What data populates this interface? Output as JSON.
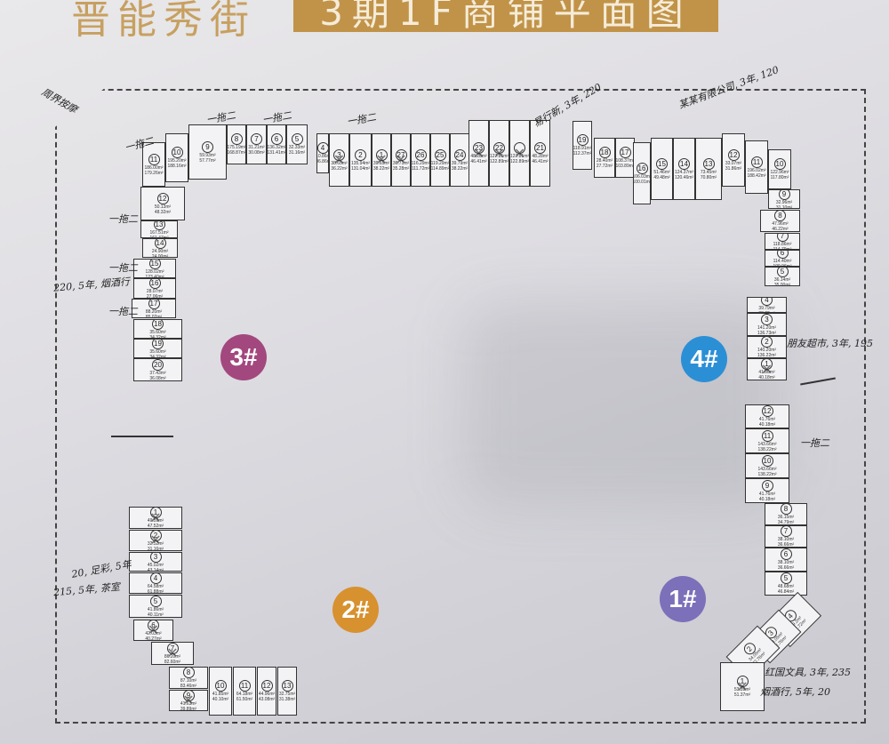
{
  "title": {
    "left": "晋能秀街",
    "right": "3期1F商铺平面图"
  },
  "buildings": [
    {
      "label": "3#",
      "color": "#a3477f",
      "units": [
        {
          "no": "1",
          "gross": "39.65m²",
          "net": "38.22m²",
          "sold": true
        },
        {
          "no": "2",
          "gross": "135.94m²",
          "net": "131.04m²"
        },
        {
          "no": "3",
          "gross": "38.65m²",
          "net": "36.22m²",
          "sold": true
        },
        {
          "no": "4",
          "gross": "110.86m²",
          "net": "106.86m²"
        },
        {
          "no": "5",
          "gross": "32.33m²",
          "net": "31.16m²"
        },
        {
          "no": "6",
          "gross": "136.32m²",
          "net": "131.41m²"
        },
        {
          "no": "7",
          "gross": "31.21m²",
          "net": "30.08m²"
        },
        {
          "no": "8",
          "gross": "175.19m²",
          "net": "168.87m²"
        },
        {
          "no": "9",
          "gross": "59.93m²",
          "net": "57.77m²"
        },
        {
          "no": "10",
          "gross": "195.20m²",
          "net": "188.16m²"
        },
        {
          "no": "11",
          "gross": "186.00m²",
          "net": "179.26m²"
        },
        {
          "no": "12",
          "gross": "50.13m²",
          "net": "48.32m²"
        },
        {
          "no": "13",
          "gross": "167.51m²",
          "net": "161.47m²"
        },
        {
          "no": "14",
          "gross": "24.90m²",
          "net": "24.00m²"
        },
        {
          "no": "15",
          "gross": "128.02m²",
          "net": "123.40m²"
        },
        {
          "no": "16",
          "gross": "28.07m²",
          "net": "27.06m²"
        },
        {
          "no": "17",
          "gross": "88.20m²",
          "net": "85.02m²"
        },
        {
          "no": "18",
          "gross": "35.60m²",
          "net": "34.32m²"
        },
        {
          "no": "19",
          "gross": "35.60m²",
          "net": "34.32m²"
        },
        {
          "no": "20",
          "gross": "37.43m²",
          "net": "36.08m²"
        }
      ]
    },
    {
      "label": "4#",
      "color": "#2b8fd6",
      "units": [
        {
          "no": "27",
          "gross": "36.71m²",
          "net": "35.28m²",
          "sold": true
        },
        {
          "no": "26",
          "gross": "116.29m²",
          "net": "111.72m²"
        },
        {
          "no": "25",
          "gross": "119.29m²",
          "net": "114.89m²"
        },
        {
          "no": "24",
          "gross": "39.79m²",
          "net": "38.22m²"
        },
        {
          "no": "23",
          "gross": "48.28m²",
          "net": "46.41m²",
          "sold": true
        },
        {
          "no": "22",
          "gross": "127.81m²",
          "net": "122.89m²",
          "sold": true
        },
        {
          "no": "",
          "gross": "127.81m²",
          "net": "122.89m²",
          "sold": true
        },
        {
          "no": "21",
          "gross": "48.28m²",
          "net": "46.41m²"
        },
        {
          "no": "19",
          "gross": "118.91m²",
          "net": "112.37m²"
        },
        {
          "no": "18",
          "gross": "28.40m²",
          "net": "27.72m²"
        },
        {
          "no": "17",
          "gross": "108.37m²",
          "net": "103.89m²"
        },
        {
          "no": "16",
          "gross": "106.03m²",
          "net": "100.01m²"
        },
        {
          "no": "15",
          "gross": "51.46m²",
          "net": "49.48m²"
        },
        {
          "no": "14",
          "gross": "124.37m²",
          "net": "120.46m²"
        },
        {
          "no": "13",
          "gross": "73.45m²",
          "net": "70.80m²"
        },
        {
          "no": "12",
          "gross": "33.07m²",
          "net": "31.86m²"
        },
        {
          "no": "11",
          "gross": "196.02m²",
          "net": "188.42m²"
        },
        {
          "no": "10",
          "gross": "122.96m²",
          "net": "117.80m²"
        },
        {
          "no": "9",
          "gross": "32.96m²",
          "net": "31.10m²"
        },
        {
          "no": "8",
          "gross": "47.96m²",
          "net": "46.22m²"
        },
        {
          "no": "7",
          "gross": "118.86m²",
          "net": "114.79m²"
        },
        {
          "no": "6",
          "gross": "114.40m²",
          "net": "109.96m²"
        },
        {
          "no": "5",
          "gross": "36.14m²",
          "net": "35.00m²"
        },
        {
          "no": "4",
          "gross": "39.79m²",
          "net": "38.22m²"
        },
        {
          "no": "3",
          "gross": "141.20m²",
          "net": "136.73m²"
        },
        {
          "no": "2",
          "gross": "140.20m²",
          "net": "136.22m²"
        },
        {
          "no": "1",
          "gross": "41.80m²",
          "net": "40.18m²",
          "sold": true
        }
      ]
    },
    {
      "label": "1#",
      "color": "#7b70b9",
      "units": [
        {
          "no": "12",
          "gross": "41.76m²",
          "net": "40.18m²"
        },
        {
          "no": "11",
          "gross": "143.66m²",
          "net": "138.22m²"
        },
        {
          "no": "10",
          "gross": "143.66m²",
          "net": "138.22m²"
        },
        {
          "no": "9",
          "gross": "41.76m²",
          "net": "40.18m²"
        },
        {
          "no": "8",
          "gross": "36.15m²",
          "net": "34.79m²"
        },
        {
          "no": "7",
          "gross": "38.10m²",
          "net": "36.66m²"
        },
        {
          "no": "6",
          "gross": "38.10m²",
          "net": "36.66m²"
        },
        {
          "no": "5",
          "gross": "48.68m²",
          "net": "46.84m²"
        },
        {
          "no": "4",
          "gross": "39.2m²",
          "net": "37.72m²"
        },
        {
          "no": "3",
          "gross": "34.05m²",
          "net": "32.76m²"
        },
        {
          "no": "2",
          "gross": "34.05m²",
          "net": "32.76m²"
        },
        {
          "no": "1",
          "gross": "53.39m²",
          "net": "51.37m²",
          "sold": true
        }
      ]
    },
    {
      "label": "2#",
      "color": "#d8912f",
      "units": [
        {
          "no": "1",
          "gross": "49.59m²",
          "net": "47.52m²",
          "sold": true
        },
        {
          "no": "2",
          "gross": "32.52m²",
          "net": "31.16m²",
          "sold": true
        },
        {
          "no": "3",
          "gross": "45.02m²",
          "net": "43.14m²"
        },
        {
          "no": "4",
          "gross": "64.58m²",
          "net": "61.88m²"
        },
        {
          "no": "5",
          "gross": "41.86m²",
          "net": "40.11m²"
        },
        {
          "no": "6",
          "gross": "42.03m²",
          "net": "40.27m²",
          "sold": true
        },
        {
          "no": "7",
          "gross": "86.20m²",
          "net": "82.60m²",
          "sold": true
        },
        {
          "no": "8",
          "gross": "87.10m²",
          "net": "83.46m²"
        },
        {
          "no": "9",
          "gross": "41.63m²",
          "net": "39.89m²",
          "sold": true
        },
        {
          "no": "10",
          "gross": "41.85m²",
          "net": "40.10m²"
        },
        {
          "no": "11",
          "gross": "64.18m²",
          "net": "61.50m²"
        },
        {
          "no": "12",
          "gross": "44.96m²",
          "net": "43.08m²"
        },
        {
          "no": "13",
          "gross": "32.75m²",
          "net": "31.38m²"
        }
      ]
    }
  ],
  "notes": [
    "一拖二",
    "一拖二",
    "一拖二",
    "一拖二",
    "一拖二",
    "一拖二",
    "一拖二",
    "一拖二",
    "周界按摩",
    "220, 5年, 烟酒行",
    "易行新, 3年, 220",
    "某某有限公司, 3年, 120",
    "朋友超市, 3年, 195",
    "红国文具, 3年, 235",
    "烟酒行, 5年, 20",
    "20, 足彩, 5年",
    "215, 5年, 茶室"
  ]
}
